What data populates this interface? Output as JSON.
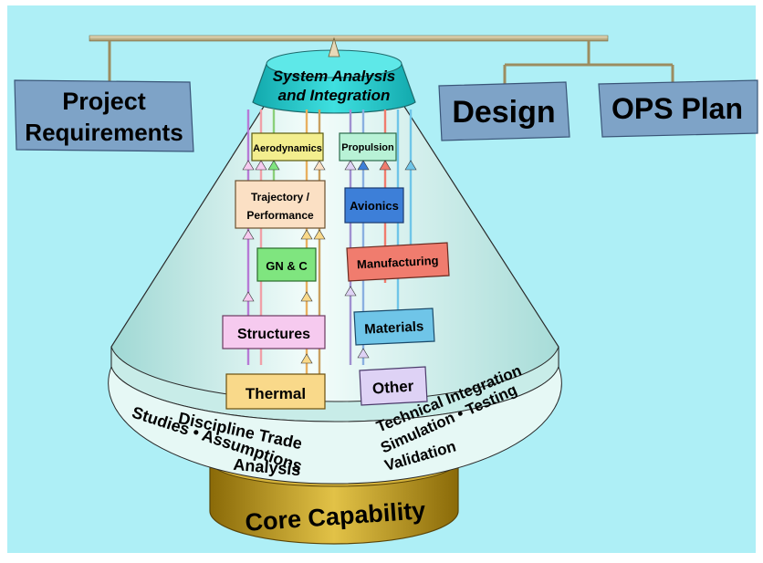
{
  "header_boxes": {
    "project_requirements": {
      "line1": "Project",
      "line2": "Requirements"
    },
    "design": "Design",
    "ops_plan": "OPS Plan"
  },
  "top_band": {
    "line1": "System Analysis",
    "line2": "and Integration"
  },
  "left_column": {
    "aerodynamics": "Aerodynamics",
    "trajectory_line1": "Trajectory /",
    "trajectory_line2": "Performance",
    "gnc": "GN & C",
    "structures": "Structures",
    "thermal": "Thermal"
  },
  "right_column": {
    "propulsion": "Propulsion",
    "avionics": "Avionics",
    "manufacturing": "Manufacturing",
    "materials": "Materials",
    "other": "Other"
  },
  "rim_text": {
    "left_line1": "Discipline Trade",
    "left_line2": "Studies • Assumptions",
    "left_line3": "Analysis",
    "right_line1": "Technical Integration",
    "right_line2": "Simulation • Testing",
    "right_line3": "Validation"
  },
  "base": {
    "label": "Core Capability"
  },
  "colors": {
    "background": "#aeeff6",
    "header_box": "#7ea3c7",
    "cone_body": "#eefaf8",
    "cone_band": "#1cc7c9",
    "base_gold": "#c9a21f",
    "rail": "#c8b890",
    "aero_box": "#f3ee8e",
    "trajectory_box": "#fbe0c4",
    "gnc_box": "#7fe57f",
    "structures_box": "#f6caef",
    "thermal_box": "#f9d98a",
    "propulsion_box": "#b8f2d6",
    "avionics_box": "#3d7fd8",
    "manufacturing_box": "#f07c6e",
    "materials_box": "#6fc5e8",
    "other_box": "#ded2f5"
  }
}
